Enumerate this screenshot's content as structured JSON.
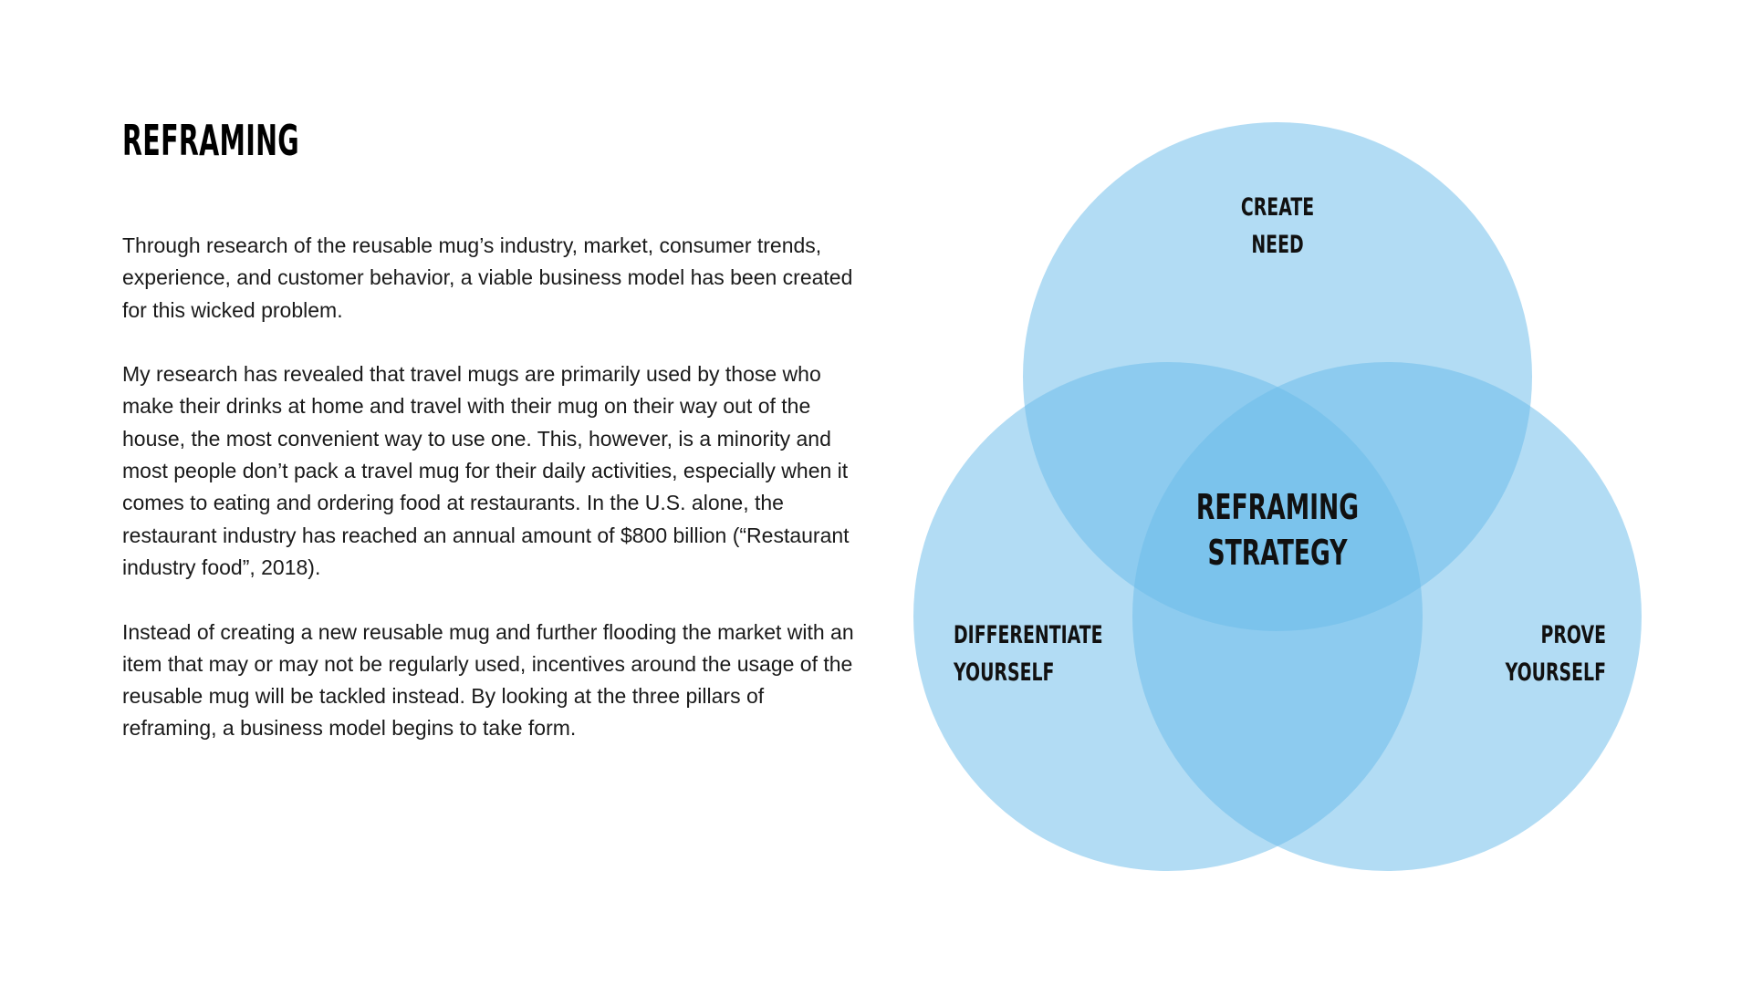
{
  "title": "REFRAMING",
  "paragraphs": [
    "Through research of the reusable mug’s industry, market, consumer trends, experience, and customer behavior, a viable business model has been created for this wicked problem.",
    "My research has revealed that travel mugs are primarily used by those who make their drinks at home and travel with their mug on their way out of the house, the most convenient way to use one. This, however, is a minority and most people don’t pack a travel mug for their daily activities, especially when it comes to eating and ordering food at restaurants. In the U.S. alone, the restaurant industry has reached an annual amount of $800 billion (“Restaurant industry food”, 2018).",
    "Instead of creating a new reusable mug and further flooding the market with an item that may or may not be regularly used, incentives around the usage of the reusable mug will be tackled instead. By looking at the three pillars of reframing, a business model begins to take form."
  ],
  "venn": {
    "circle_color": "#6bbce9",
    "top": {
      "line1": "CREATE",
      "line2": "NEED"
    },
    "left": {
      "line1": "DIFFERENTIATE",
      "line2": "YOURSELF"
    },
    "right": {
      "line1": "PROVE",
      "line2": "YOURSELF"
    },
    "center": {
      "line1": "REFRAMING",
      "line2": "STRATEGY"
    }
  }
}
